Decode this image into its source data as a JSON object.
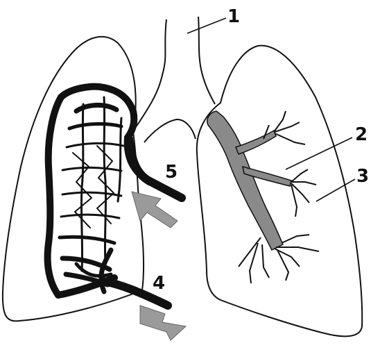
{
  "labels": {
    "l1": "1",
    "l2": "2",
    "l3": "3",
    "l4": "4",
    "l5": "5"
  },
  "colors": {
    "outline": "#111111",
    "vessel": "#111111",
    "bronchus_fill": "#8a8a8a",
    "arrow_fill": "#9a9a9a"
  }
}
